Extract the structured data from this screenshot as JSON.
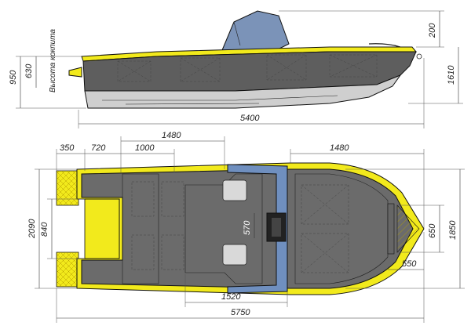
{
  "colors": {
    "deck": "#6b6b6b",
    "gunwale": "#f2ea1c",
    "hull_side": "#5e5e5e",
    "hull_bottom": "#cfcfcf",
    "windshield": "#7b93b8",
    "console_blue": "#6f8fbf",
    "seat": "#d9d9d9"
  },
  "side_view": {
    "overall_length": "5400",
    "side_height": "950",
    "cockpit_height_value": "630",
    "cockpit_height_label": "Высота кокпита",
    "windshield_height": "200",
    "bow_height": "1610"
  },
  "top_view": {
    "transom_step": "350",
    "section_720": "720",
    "section_1000": "1000",
    "aft_to_console": "1480",
    "bow_deck": "1480",
    "beam": "2090",
    "stern_inner": "840",
    "bow_beam": "1850",
    "bow_inner": "650",
    "bow_tip": "550",
    "console_passage": "570",
    "cockpit_width": "1520",
    "overall_length": "5750"
  }
}
